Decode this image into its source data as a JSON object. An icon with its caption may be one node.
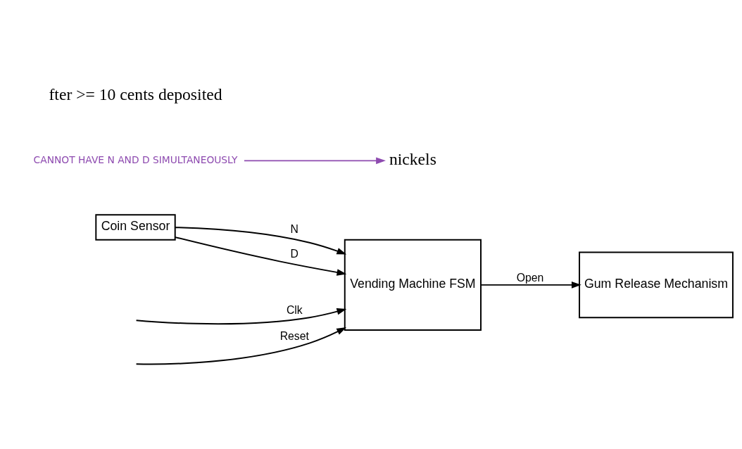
{
  "diagram": {
    "nodes": [
      {
        "text": [
          "Coin Sensor"
        ]
      },
      {
        "text": [
          "Vending Machine FSM"
        ]
      },
      {
        "text": [
          "Gum Release Mechanism"
        ]
      },
      {
        "text": [
          "CANNOT HAVE N AND D SIMULTANEOUSLY"
        ]
      },
      {
        "text": [
          "nickels"
        ]
      }
    ],
    "edges": [
      {
        "from": 0,
        "to": 1,
        "label": "N",
        "arrow": "to"
      },
      {
        "from": 0,
        "to": 1,
        "label": "D",
        "arrow": "to"
      },
      {
        "from": null,
        "to": 1,
        "label": "Reset",
        "arrow": "to"
      },
      {
        "from": null,
        "to": 1,
        "label": "Clk",
        "arrow": "to"
      },
      {
        "from": 1,
        "to": 2,
        "label": "Open",
        "arrow": "to"
      },
      {
        "from": 3,
        "to": 4,
        "arrow": "to",
        "color": "#8e4bb0"
      }
    ],
    "labels": [
      "fter >= 10 cents deposited"
    ]
  }
}
